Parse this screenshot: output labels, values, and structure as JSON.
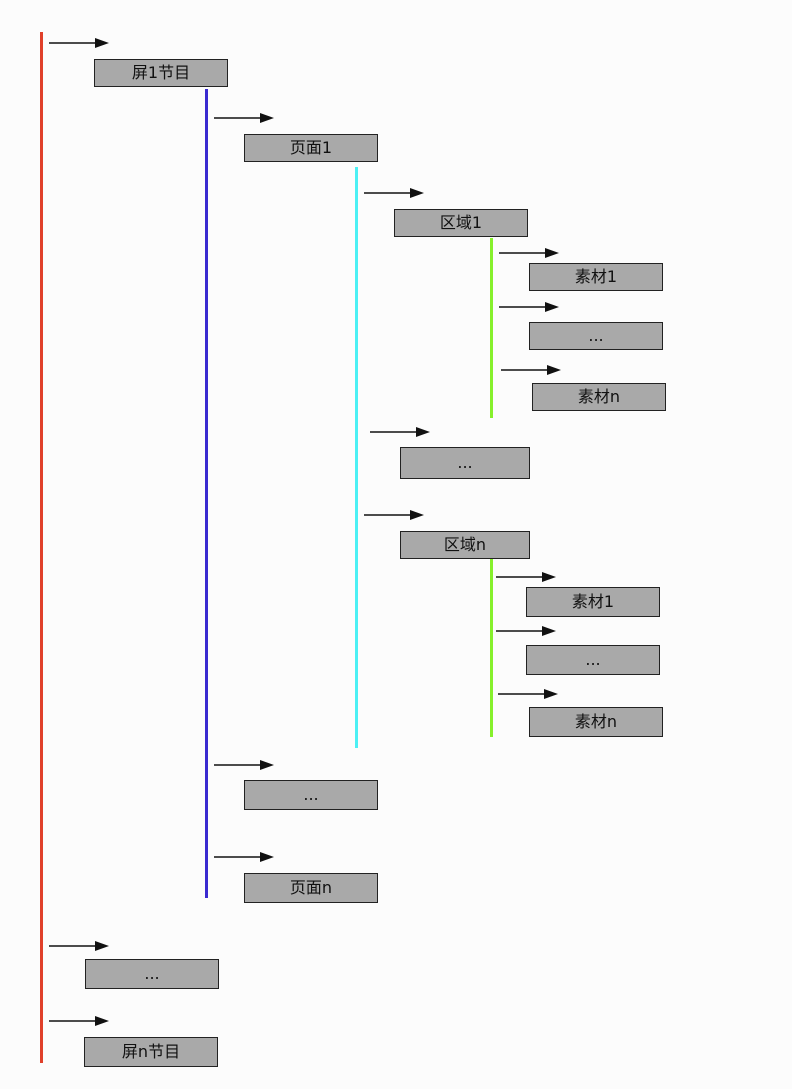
{
  "nodes": {
    "screen1": "屏1节目",
    "page1": "页面1",
    "region1": "区域1",
    "r1_material1": "素材1",
    "r1_ellipsis": "...",
    "r1_materialn": "素材n",
    "region_ellipsis": "...",
    "regionn": "区域n",
    "rn_material1": "素材1",
    "rn_ellipsis": "...",
    "rn_materialn": "素材n",
    "page_ellipsis": "...",
    "pagen": "页面n",
    "screen_ellipsis": "...",
    "screenn": "屏n节目"
  },
  "colors": {
    "screen_line": "#e0402a",
    "page_line": "#3a2ad0",
    "region_line": "#4cf0f4",
    "material_line": "#86f02c",
    "box_fill": "#a9a9a9"
  }
}
